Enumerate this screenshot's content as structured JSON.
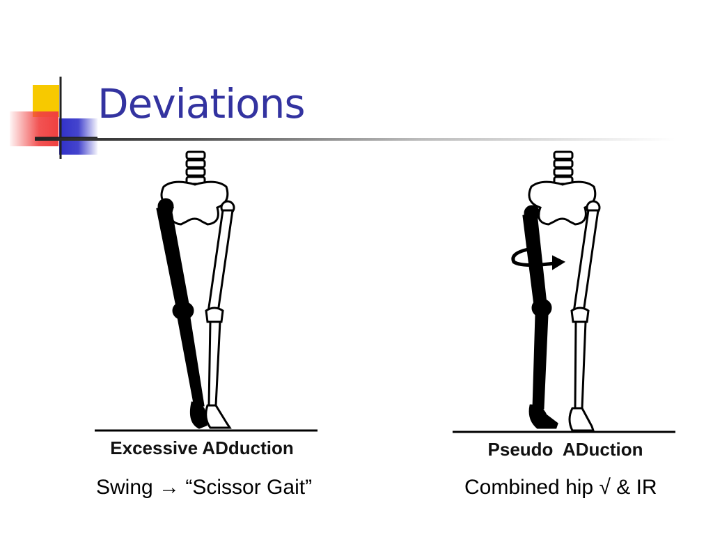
{
  "slide": {
    "title": "Deviations"
  },
  "figures": [
    {
      "label": "Excessive ADduction",
      "caption": "Swing → “Scissor Gait”"
    },
    {
      "label": "Pseudo  ADuction",
      "caption": "Combined hip √ & IR"
    }
  ],
  "colors": {
    "title": "#3333a0",
    "accent_yellow": "#f7c900",
    "accent_red": "#f04040",
    "accent_blue": "#3030c8"
  }
}
